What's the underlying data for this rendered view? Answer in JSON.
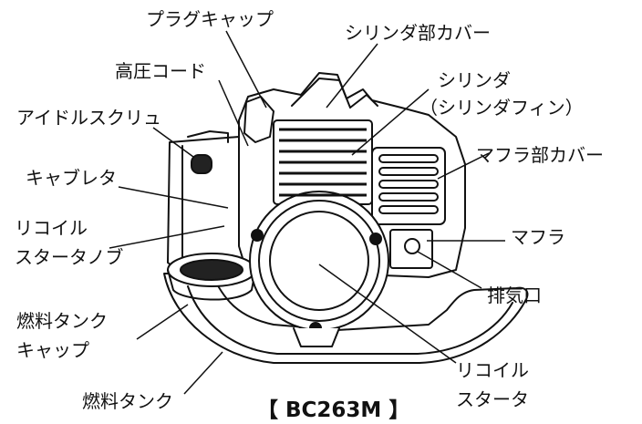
{
  "labels": {
    "plug_cap": "プラグキャップ",
    "cylinder_cover": "シリンダ部カバー",
    "high_voltage_cord": "高圧コード",
    "cylinder": "シリンダ",
    "cylinder_fin": "（シリンダフィン）",
    "idle_screw": "アイドルスクリュ",
    "muffler_cover": "マフラ部カバー",
    "carburetor": "キャブレタ",
    "recoil_knob_1": "リコイル",
    "recoil_knob_2": "スタータノブ",
    "muffler": "マフラ",
    "exhaust_port": "排気口",
    "fuel_cap_1": "燃料タンク",
    "fuel_cap_2": "キャップ",
    "recoil_starter_1": "リコイル",
    "recoil_starter_2": "スタータ",
    "fuel_tank": "燃料タンク"
  },
  "model": "【 BC263M 】"
}
